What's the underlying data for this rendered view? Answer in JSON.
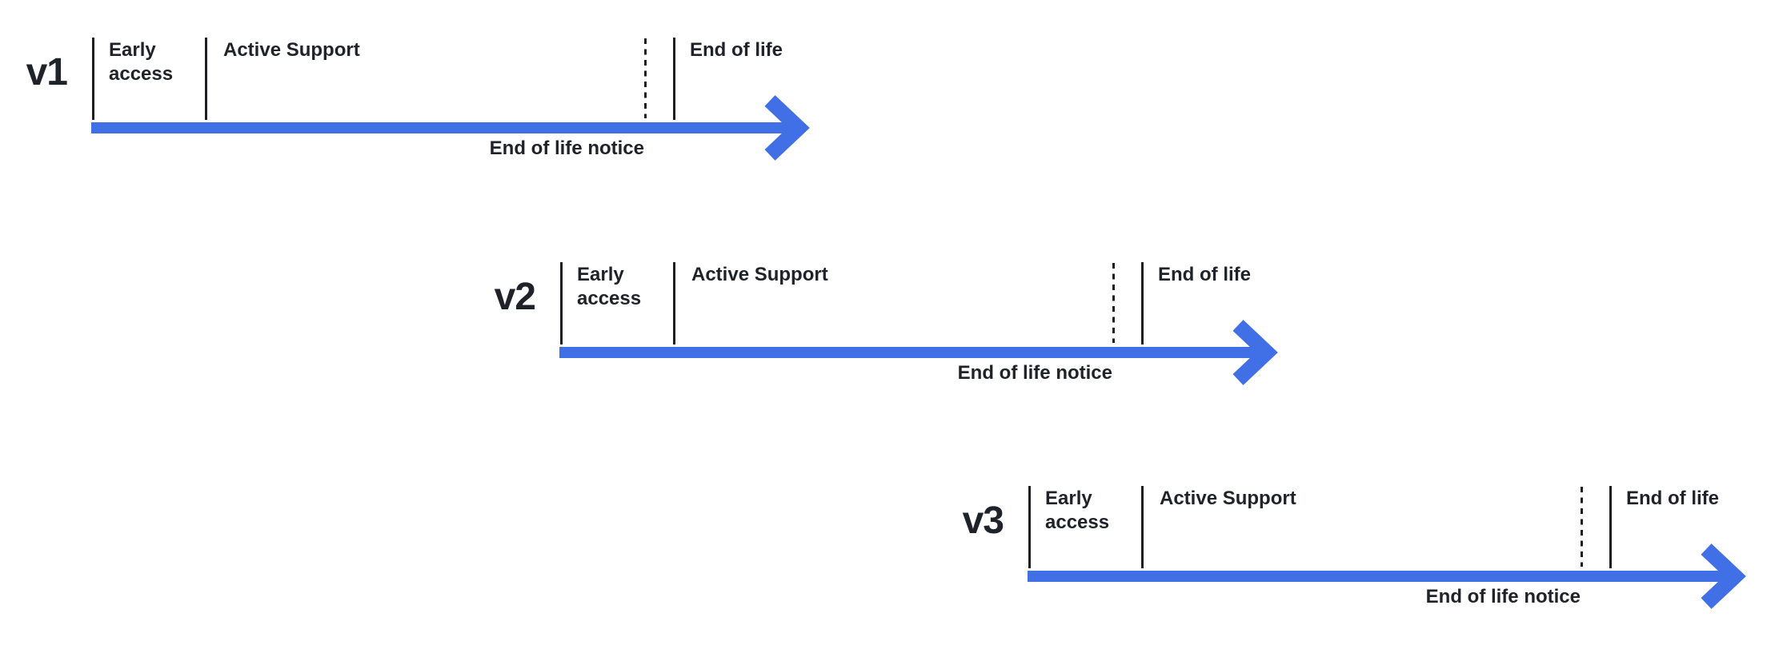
{
  "colors": {
    "arrow": "#4170e6",
    "line": "#1c1e22",
    "text": "#1f2329",
    "background": "#ffffff"
  },
  "timelines": [
    {
      "version": "v1",
      "labels": {
        "early_access": "Early access",
        "active_support": "Active Support",
        "end_of_life": "End of life",
        "eol_notice": "End of life notice"
      }
    },
    {
      "version": "v2",
      "labels": {
        "early_access": "Early access",
        "active_support": "Active Support",
        "end_of_life": "End of life",
        "eol_notice": "End of life notice"
      }
    },
    {
      "version": "v3",
      "labels": {
        "early_access": "Early access",
        "active_support": "Active Support",
        "end_of_life": "End of life",
        "eol_notice": "End of life notice"
      }
    }
  ]
}
